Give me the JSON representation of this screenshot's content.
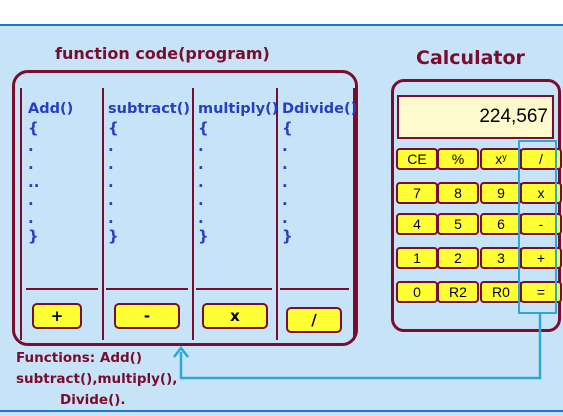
{
  "code_title": "function code(program)",
  "calc_title": "Calculator",
  "columns": [
    {
      "head": "Add()",
      "body": "{\n.\n.\n..\n.\n.\n}",
      "button": "+"
    },
    {
      "head": "subtract()",
      "body": "{\n.\n.\n.\n.\n.\n}",
      "button": "-"
    },
    {
      "head": "multiply()",
      "body": "{\n.\n.\n.\n.\n.\n}",
      "button": "x"
    },
    {
      "head": "Ddivide()",
      "body": "{\n.\n.\n.\n.\n.\n}",
      "button": "/"
    }
  ],
  "calculator": {
    "display": "224,567",
    "keys": [
      [
        "CE",
        "%",
        "x^y",
        "/"
      ],
      [
        "7",
        "8",
        "9",
        "x"
      ],
      [
        "4",
        "5",
        "6",
        "-"
      ],
      [
        "1",
        "2",
        "3",
        "+"
      ],
      [
        "0",
        "R2",
        "R0",
        "="
      ]
    ]
  },
  "functions_text": [
    "Functions: Add()",
    "subtract(),multiply(),",
    "Divide()."
  ],
  "colors": {
    "background": "#c6e3f7",
    "border": "#7a0c2e",
    "code_text": "#2a3fbf",
    "button_fill": "#ffff33",
    "display_fill": "#fffacd",
    "arrow": "#2ea6d8"
  }
}
